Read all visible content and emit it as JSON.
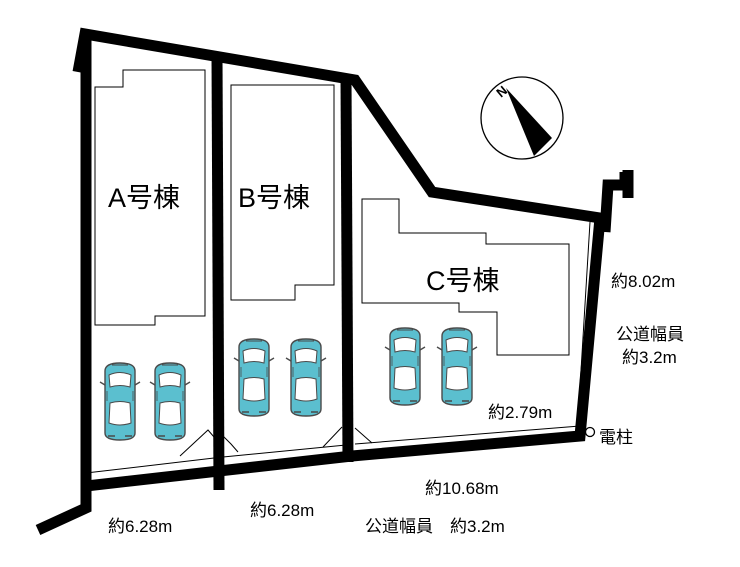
{
  "buildings": {
    "a": "A号棟",
    "b": "B号棟",
    "c": "C号棟"
  },
  "measurements": {
    "front_a": "約6.28m",
    "front_b": "約6.28m",
    "front_c": "約10.68m",
    "east_frontage": "約8.02m",
    "inner_c": "約2.79m"
  },
  "roads": {
    "east_label": "公道幅員",
    "east_width": "約3.2m",
    "south": "公道幅員　約3.2m"
  },
  "utility_pole": "電柱",
  "compass": {
    "north_letter": "N"
  },
  "colors": {
    "boundary": "#000000",
    "car_body": "#5bbfcf",
    "car_outline": "#4a4a4a",
    "background": "#ffffff"
  },
  "icons": {
    "car": "car-icon",
    "compass": "compass-icon",
    "utility_pole": "utility-pole-icon"
  }
}
